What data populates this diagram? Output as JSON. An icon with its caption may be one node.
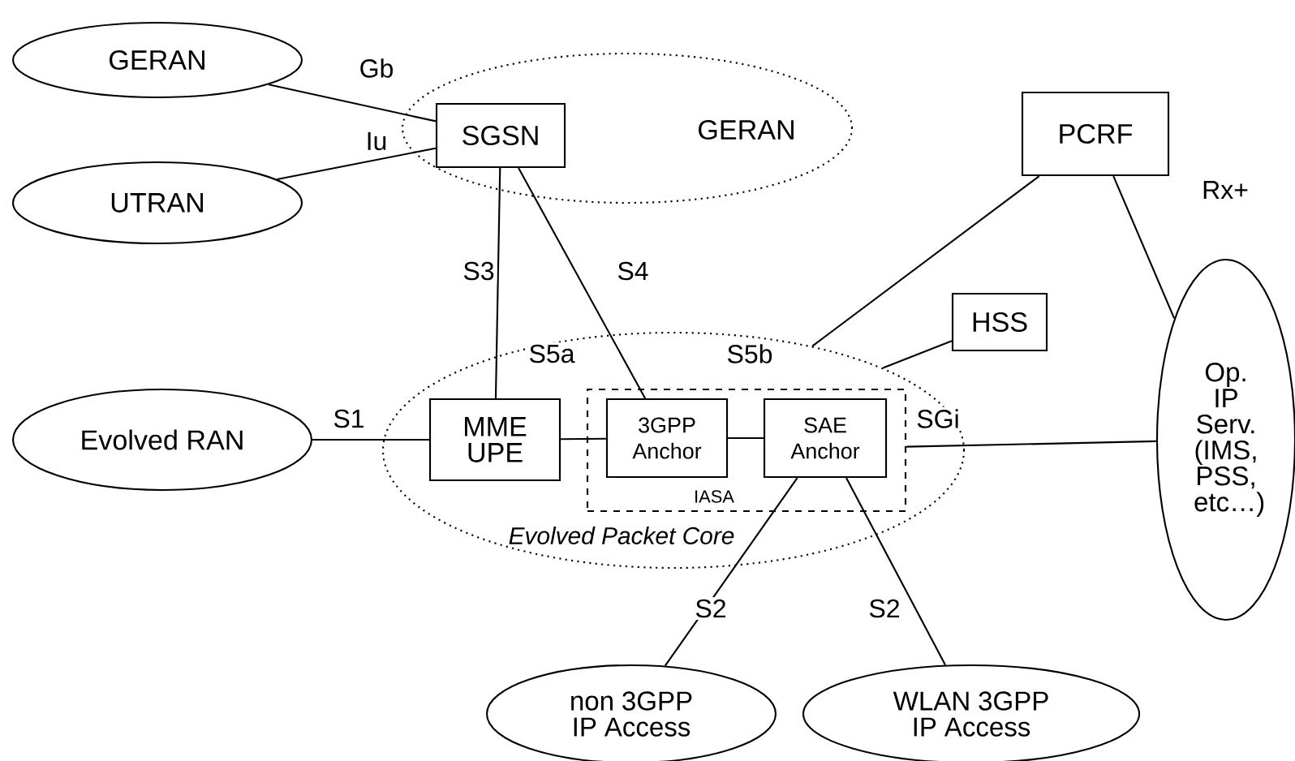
{
  "diagram": {
    "nodes": [
      {
        "text": [
          "GERAN"
        ]
      },
      {
        "text": [
          "UTRAN"
        ]
      },
      {
        "text": [
          "GERAN"
        ]
      },
      {
        "text": [
          "SGSN"
        ],
        "in": 2
      },
      {
        "text": [
          "PCRF"
        ]
      },
      {
        "text": [
          "HSS"
        ]
      },
      {
        "text": [
          "Evolved RAN"
        ]
      },
      {
        "text": [
          "Evolved Packet Core"
        ]
      },
      {
        "text": [
          "IASA"
        ],
        "in": 7
      },
      {
        "text": [
          "MME UPE"
        ],
        "in": 7
      },
      {
        "text": [
          "3GPP Anchor"
        ],
        "in": 8
      },
      {
        "text": [
          "SAE Anchor"
        ],
        "in": 8
      },
      {
        "text": [
          "Op. IP Serv. (IMS, PSS, etc…)"
        ]
      },
      {
        "text": [
          "non 3GPP IP Access"
        ]
      },
      {
        "text": [
          "WLAN 3GPP IP Access"
        ]
      }
    ],
    "edges": [
      {
        "from": 0,
        "to": 3,
        "arrow": "none",
        "label": "Gb"
      },
      {
        "from": 1,
        "to": 3,
        "arrow": "none",
        "label": "Iu"
      },
      {
        "from": 3,
        "to": 9,
        "arrow": "none",
        "label": "S3"
      },
      {
        "from": 3,
        "to": 10,
        "arrow": "none",
        "label": "S4"
      },
      {
        "from": 4,
        "to": 7,
        "arrow": "none"
      },
      {
        "from": 4,
        "to": 12,
        "arrow": "none",
        "label": "Rx+"
      },
      {
        "from": 5,
        "to": 7,
        "arrow": "none"
      },
      {
        "from": 6,
        "to": 9,
        "arrow": "none",
        "label": "S1"
      },
      {
        "from": 9,
        "to": 10,
        "arrow": "none",
        "label": "S5a"
      },
      {
        "from": 10,
        "to": 11,
        "arrow": "none",
        "label": "S5b"
      },
      {
        "from": 8,
        "to": 12,
        "arrow": "none",
        "label": "SGi"
      },
      {
        "from": 11,
        "to": 13,
        "arrow": "none",
        "label": "S2"
      },
      {
        "from": 11,
        "to": 14,
        "arrow": "none",
        "label": "S2"
      }
    ]
  }
}
